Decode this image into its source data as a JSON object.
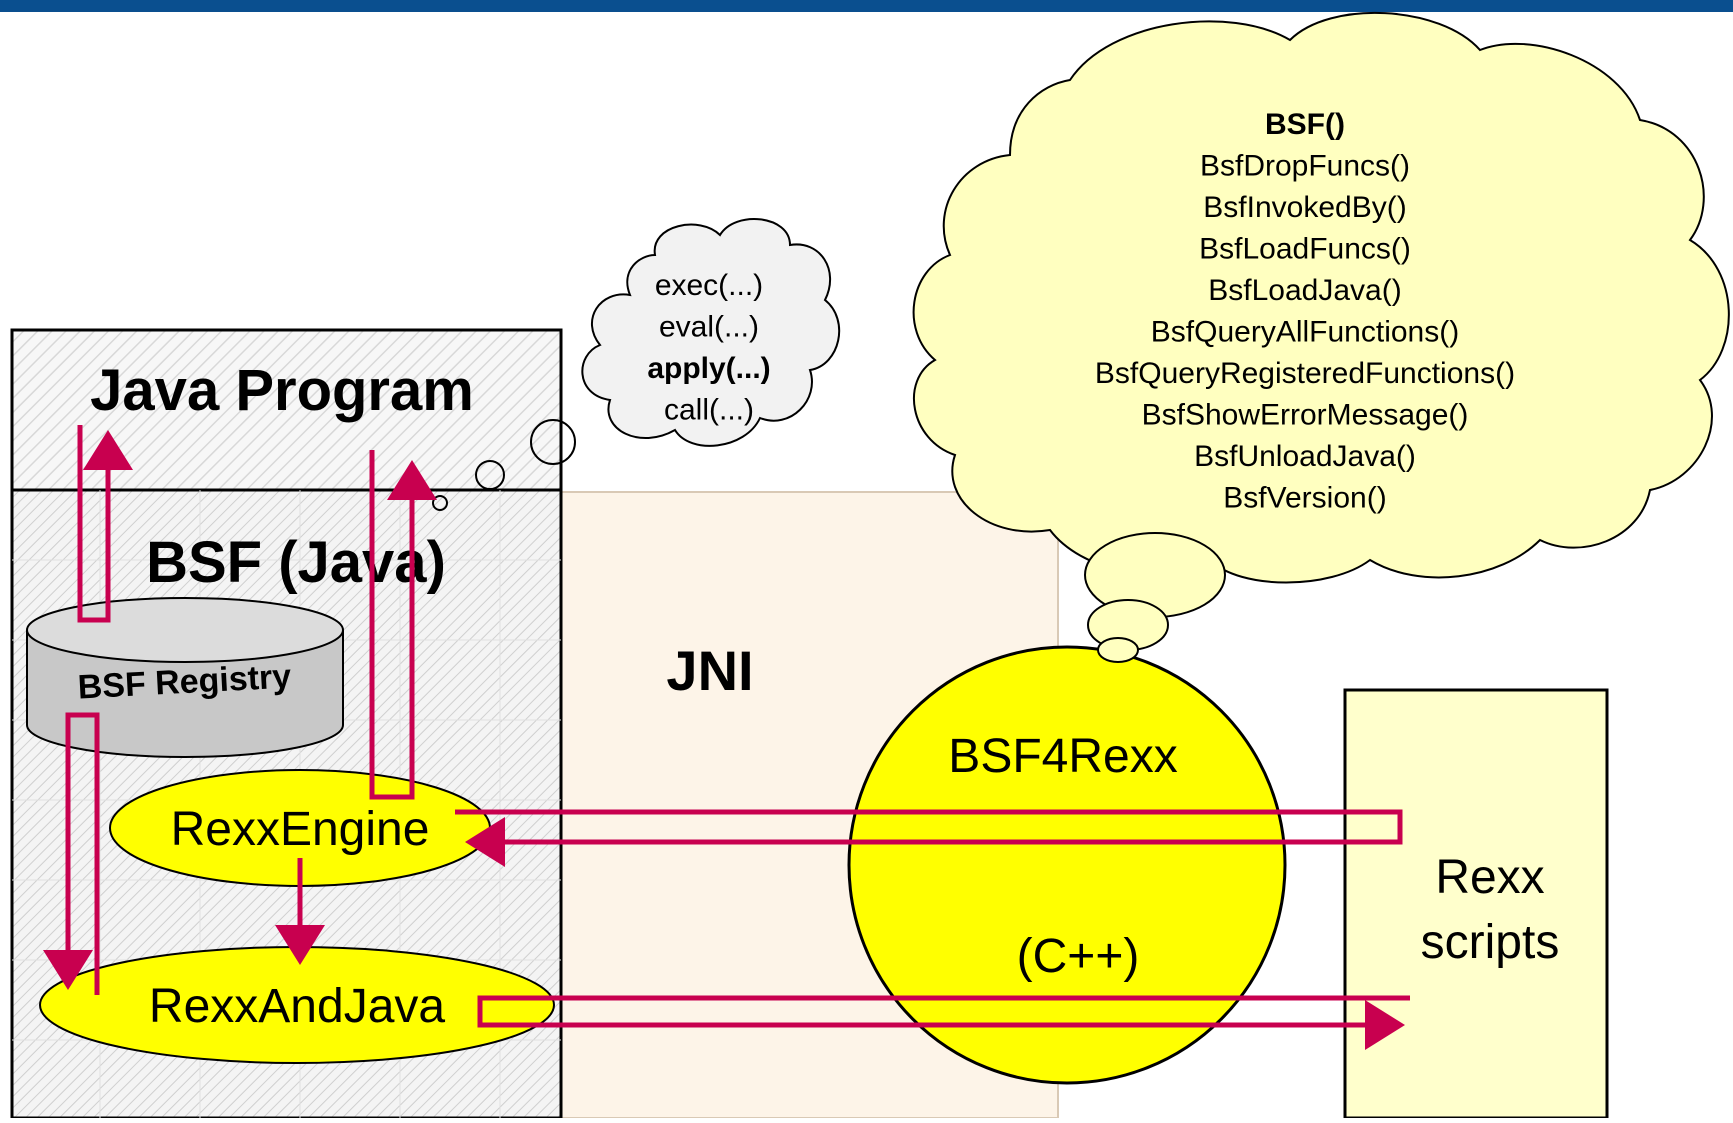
{
  "labels": {
    "java_program": "Java Program",
    "bsf_java": "BSF (Java)",
    "bsf_registry": "BSF Registry",
    "jni": "JNI",
    "rexx_engine": "RexxEngine",
    "rexx_and_java": "RexxAndJava",
    "bsf4rexx": "BSF4Rexx",
    "cpp": "(C++)",
    "rexx_scripts_line1": "Rexx",
    "rexx_scripts_line2": "scripts"
  },
  "small_cloud": {
    "items": [
      "exec(...)",
      "eval(...)",
      "apply(...)",
      "call(...)"
    ],
    "bold_item": "apply(...)"
  },
  "big_cloud": {
    "items": [
      "BSF()",
      "BsfDropFuncs()",
      "BsfInvokedBy()",
      "BsfLoadFuncs()",
      "BsfLoadJava()",
      "BsfQueryAllFunctions()",
      "BsfQueryRegisteredFunctions()",
      "BsfShowErrorMessage()",
      "BsfUnloadJava()",
      "BsfVersion()"
    ],
    "bold_item": "BSF()"
  },
  "colors": {
    "header_bar": "#0a4f8f",
    "arrow": "#c8004f",
    "ellipse_fill": "#ffff00",
    "cloud_yellow": "#ffffc0",
    "cloud_grey": "#f2f2f2",
    "jni_fill": "#fdf4e8",
    "scripts_fill": "#ffffcc",
    "registry_fill": "#c8c8c8"
  }
}
